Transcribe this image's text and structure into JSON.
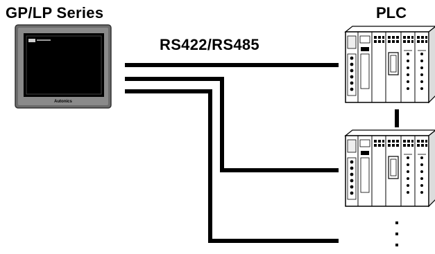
{
  "labels": {
    "gp_series": "GP/LP Series",
    "plc": "PLC",
    "link": "RS422/RS485"
  },
  "device": {
    "brand": "Autonics",
    "screen_icon": "display-icon"
  },
  "colors": {
    "line": "#000000",
    "panel_frame": "#5a5a5a",
    "screen": "#000000",
    "plc_body": "#f2f2f2"
  }
}
